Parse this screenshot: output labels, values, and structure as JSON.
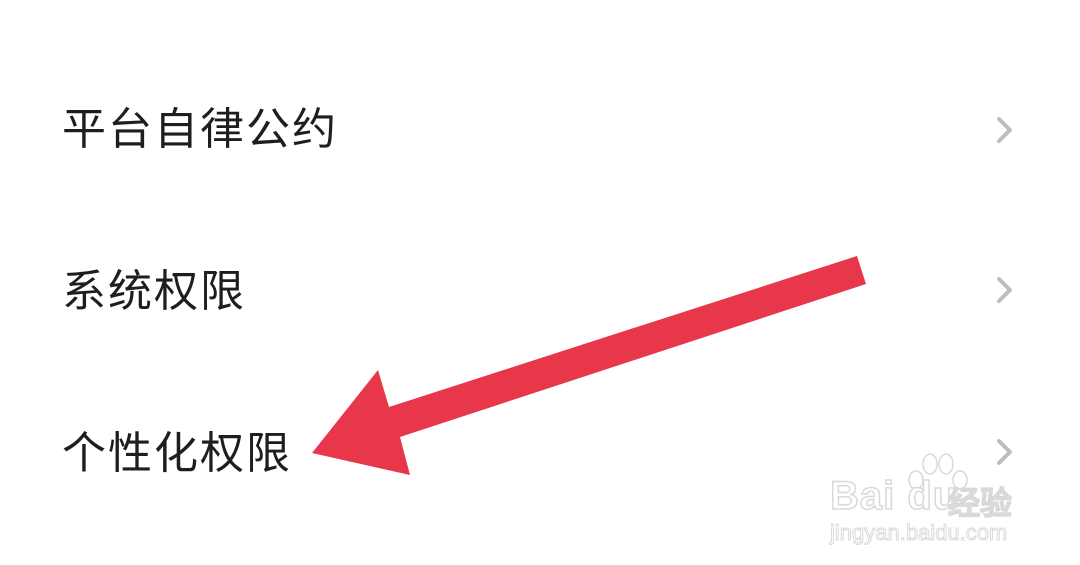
{
  "settings_list": {
    "items": [
      {
        "label": "平台自律公约",
        "icon": "chevron-right-icon"
      },
      {
        "label": "系统权限",
        "icon": "chevron-right-icon"
      },
      {
        "label": "个性化权限",
        "icon": "chevron-right-icon"
      }
    ]
  },
  "annotation": {
    "type": "arrow",
    "color": "#e8364a",
    "points_to": "个性化权限"
  },
  "watermark": {
    "logo": "Bai du",
    "logo_suffix": "经验",
    "url": "jingyan.baidu.com"
  },
  "colors": {
    "background": "#ffffff",
    "text": "#1e1e1e",
    "chevron": "#bdbdbd",
    "arrow": "#e8364a"
  }
}
